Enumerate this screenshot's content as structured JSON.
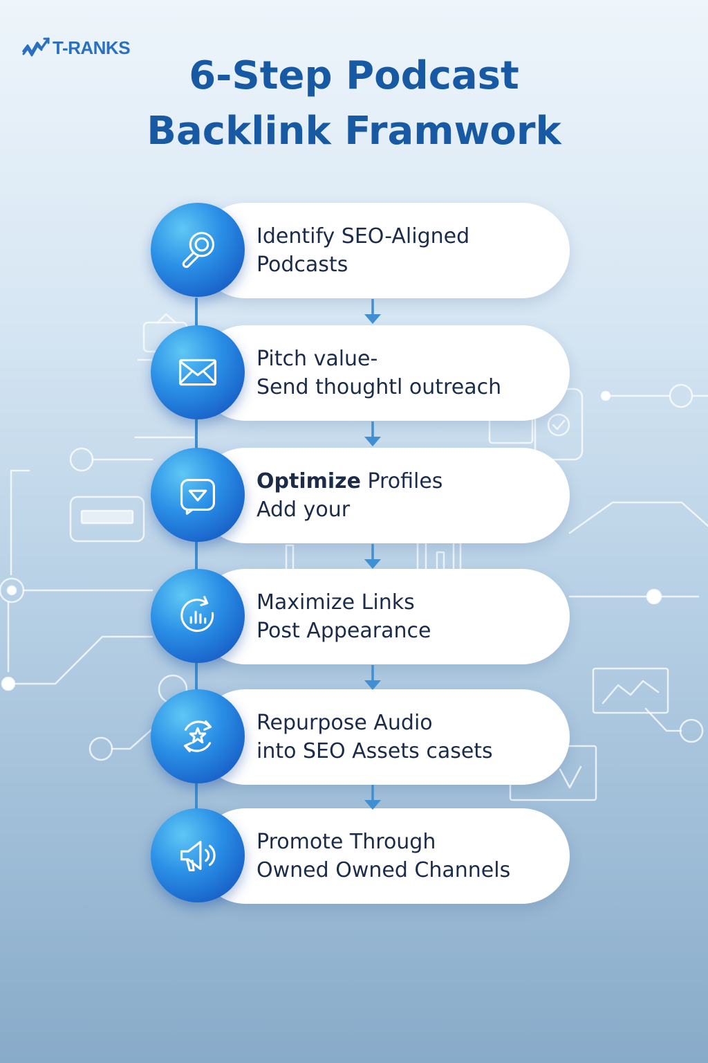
{
  "brand": {
    "logo_text": "T-RANKS"
  },
  "title": {
    "line1": "6-Step Podcast",
    "line2": "Backlink Framwork"
  },
  "colors": {
    "title": "#175aa3",
    "accent_blue": "#2a8fe6",
    "deep_blue": "#0f49b8",
    "card_text": "#1b2b4a",
    "arrow": "#3f8fd2"
  },
  "steps": [
    {
      "icon": "magnifier-icon",
      "line1": "Identify SEO-Aligned",
      "line2": "Podcasts"
    },
    {
      "icon": "envelope-icon",
      "line1": "Pitch value-",
      "line2": "Send thoughtl outreach"
    },
    {
      "icon": "profile-card-icon",
      "line1_bold": "Optimize",
      "line1_rest": " Profiles",
      "line2": "Add your"
    },
    {
      "icon": "analytics-refresh-icon",
      "line1": "Maximize Links",
      "line2": "Post Appearance"
    },
    {
      "icon": "repurpose-cycle-icon",
      "line1": "Repurpose Audio",
      "line2": "into SEO Assets",
      "line2_extra": "casets"
    },
    {
      "icon": "megaphone-icon",
      "line1": "Promote Through",
      "line2": "Owned Owned Channels"
    }
  ]
}
